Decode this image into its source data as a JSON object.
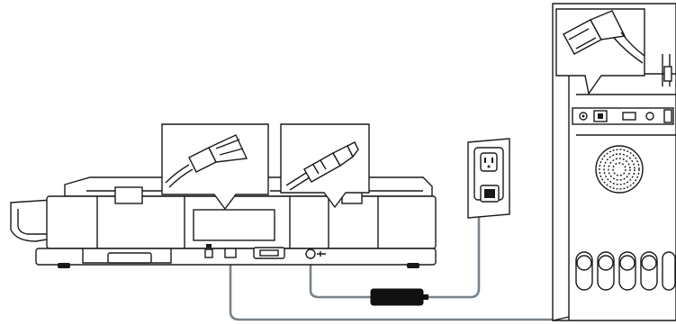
{
  "figure": {
    "type": "connection-diagram",
    "description_items": [
      "scanner",
      "usb-b-connector-callout",
      "power-plug-callout",
      "wall-outlet",
      "power-adapter",
      "computer-tower",
      "usb-a-connector-callout"
    ]
  },
  "colors": {
    "line": "#1a1a1a",
    "cable": "#77828a",
    "background": "#ffffff",
    "adapter": "#111111"
  }
}
